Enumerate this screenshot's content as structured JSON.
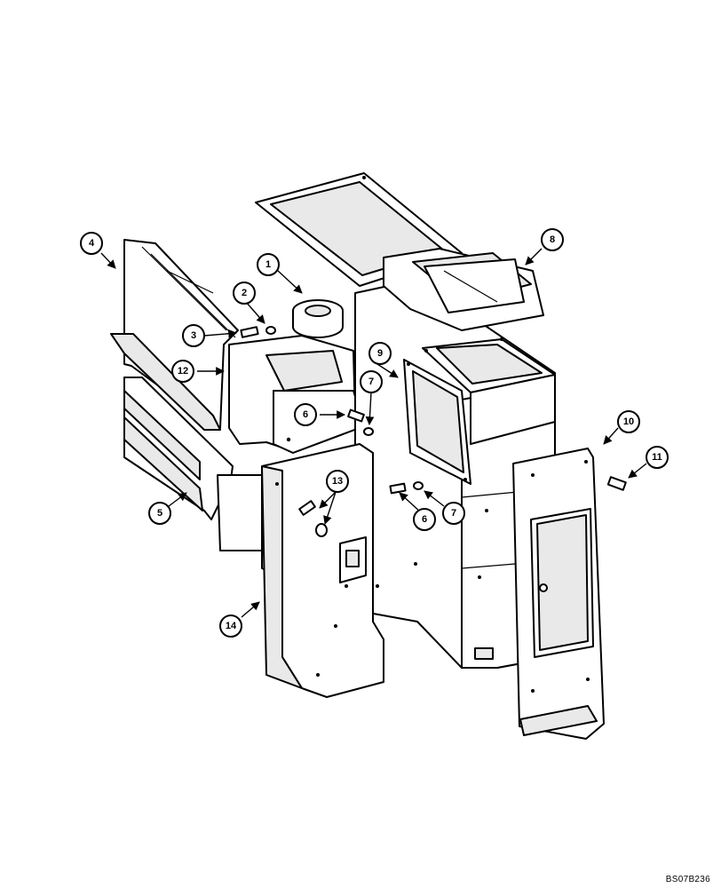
{
  "diagram": {
    "callouts": [
      {
        "id": "callout-1",
        "label": "1"
      },
      {
        "id": "callout-2",
        "label": "2"
      },
      {
        "id": "callout-3",
        "label": "3"
      },
      {
        "id": "callout-4",
        "label": "4"
      },
      {
        "id": "callout-5",
        "label": "5"
      },
      {
        "id": "callout-6a",
        "label": "6"
      },
      {
        "id": "callout-6b",
        "label": "6"
      },
      {
        "id": "callout-7a",
        "label": "7"
      },
      {
        "id": "callout-7b",
        "label": "7"
      },
      {
        "id": "callout-8",
        "label": "8"
      },
      {
        "id": "callout-9",
        "label": "9"
      },
      {
        "id": "callout-10",
        "label": "10"
      },
      {
        "id": "callout-11",
        "label": "11"
      },
      {
        "id": "callout-12",
        "label": "12"
      },
      {
        "id": "callout-13",
        "label": "13"
      },
      {
        "id": "callout-14",
        "label": "14"
      }
    ],
    "drawing_code": "BS07B236"
  }
}
